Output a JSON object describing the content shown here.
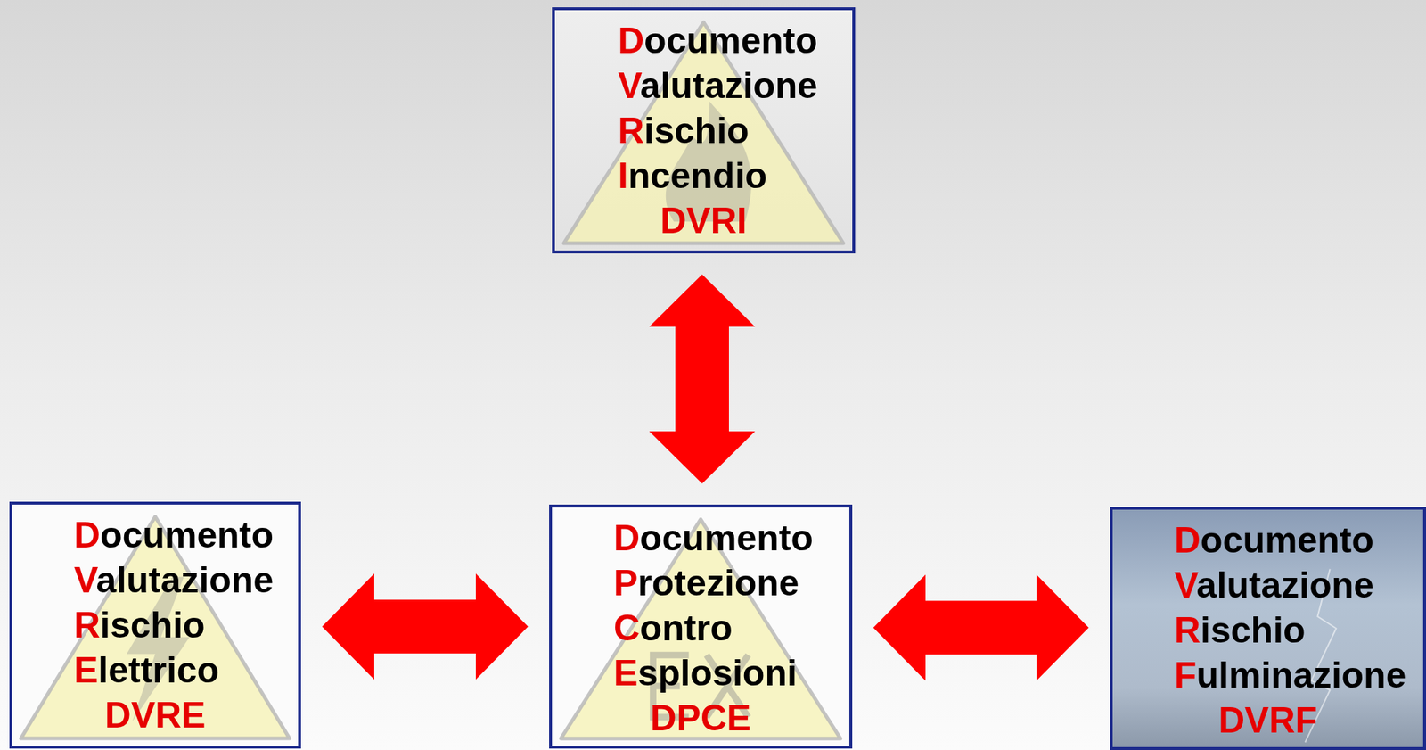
{
  "diagram": {
    "nodes": [
      {
        "text": [
          "Documento Valutazione Rischio Incendio",
          "DVRI"
        ]
      },
      {
        "text": [
          "Documento Valutazione Rischio Elettrico",
          "DVRE"
        ]
      },
      {
        "text": [
          "Documento Protezione Contro Esplosioni",
          "DPCE"
        ]
      },
      {
        "text": [
          "Documento Valutazione Rischio Fulminazione",
          "DVRF"
        ]
      }
    ],
    "edges": [
      {
        "from": 0,
        "to": 2,
        "arrow": "both"
      },
      {
        "from": 1,
        "to": 2,
        "arrow": "both"
      },
      {
        "from": 2,
        "to": 3,
        "arrow": "both"
      }
    ]
  }
}
